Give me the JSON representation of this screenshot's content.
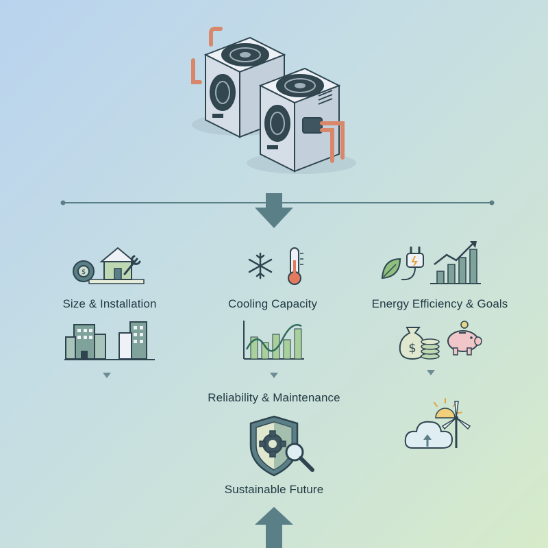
{
  "diagram": {
    "nodes": {
      "size": {
        "label": "Size & Installation"
      },
      "cooling": {
        "label": "Cooling Capacity"
      },
      "energy": {
        "label": "Energy Efficiency & Goals"
      },
      "reliability": {
        "label": "Reliability & Maintenance"
      },
      "sustainable": {
        "label": "Sustainable Future"
      }
    },
    "icons": [
      "heat-pump-units-icon",
      "measuring-tape-icon",
      "house-wrench-icon",
      "office-buildings-icon",
      "snowflake-icon",
      "thermometer-icon",
      "performance-chart-icon",
      "leaf-plug-icon",
      "growth-chart-icon",
      "money-bag-coins-icon",
      "piggy-bank-icon",
      "shield-gear-magnifier-icon",
      "cloud-sun-wind-turbine-icon"
    ],
    "colors": {
      "primary": "#5b7f86",
      "accent_green": "#8fbf7f",
      "copper": "#d9876a",
      "unit_body": "#dfe6ee"
    }
  }
}
